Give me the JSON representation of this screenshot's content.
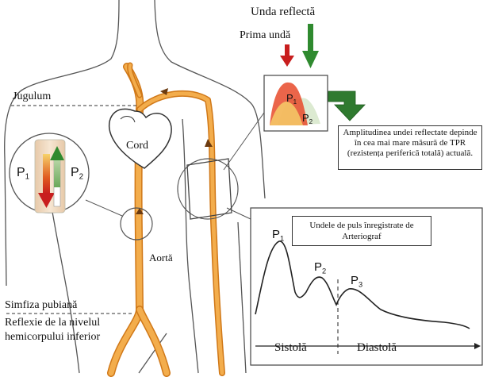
{
  "labels": {
    "unda_reflecta": "Unda reflectă",
    "prima_unda": "Prima undă",
    "jugulum": "Jugulum",
    "cord": "Cord",
    "aorta": "Aortă",
    "simfiza": "Simfiza pubiană",
    "reflexie_line1": "Reflexie de la nivelul",
    "reflexie_line2": "hemicorpului inferior",
    "sistola": "Sistolă",
    "diastola": "Diastolă"
  },
  "peaks": {
    "p": "P",
    "sub1": "1",
    "sub2": "2",
    "sub3": "3"
  },
  "amplitude_note": "Amplitudinea undei reflectate depinde în cea mai mare măsură de TPR (rezistența periferică totală) actuală.",
  "pulse_panel_title": "Undele de puls înregistrate de Arteriograf",
  "colors": {
    "artery": "#f0a040",
    "artery_dark": "#d07818",
    "first_wave": "#cc2020",
    "reflected_wave": "#2f8a2f",
    "outline": "#333333"
  }
}
